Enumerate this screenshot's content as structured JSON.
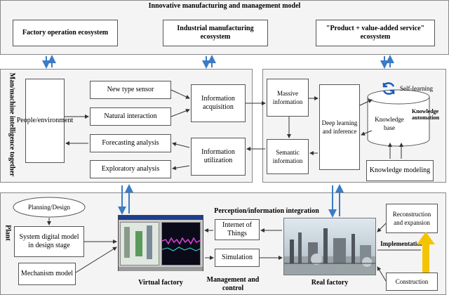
{
  "top": {
    "title": "Innovative manufacturing and management model",
    "factory_ecosystem": "Factory operation ecosystem",
    "industrial_ecosystem": "Industrial manufacturing ecosystem",
    "product_ecosystem": "\"Product + value-added service\" ecosystem"
  },
  "middle": {
    "side_label": "Man/machine intelligence together",
    "people_env": "People/environment",
    "new_sensor": "New type sensor",
    "natural_interaction": "Natural interaction",
    "forecasting": "Forecasting analysis",
    "exploratory": "Exploratory analysis",
    "info_acquisition": "Information acquisition",
    "info_utilization": "Information utilization",
    "massive_info": "Massive information",
    "semantic_info": "Semantic information",
    "deep_learning": "Deep learning and inference",
    "knowledge_base": "Knowledge base",
    "self_learning": "Self-learning",
    "knowledge_automation": "Knowledge automation",
    "knowledge_modeling": "Knowledge modeling"
  },
  "bottom": {
    "side_label": "Plant",
    "planning": "Planning/Design",
    "system_model": "System digital model in design stage",
    "mechanism_model": "Mechanism model",
    "perception_title": "Perception/information integration",
    "iot": "Internet of Things",
    "simulation": "Simulation",
    "virtual_factory": "Virtual factory",
    "management_control": "Management and control",
    "real_factory": "Real factory",
    "implementation": "Implementation",
    "reconstruction": "Reconstruction and expansion",
    "construction": "Construction"
  },
  "colors": {
    "arrow_blue": "#3b7cc4",
    "arrow_yellow": "#f5c400",
    "panel_bg": "#f4f4f4"
  }
}
